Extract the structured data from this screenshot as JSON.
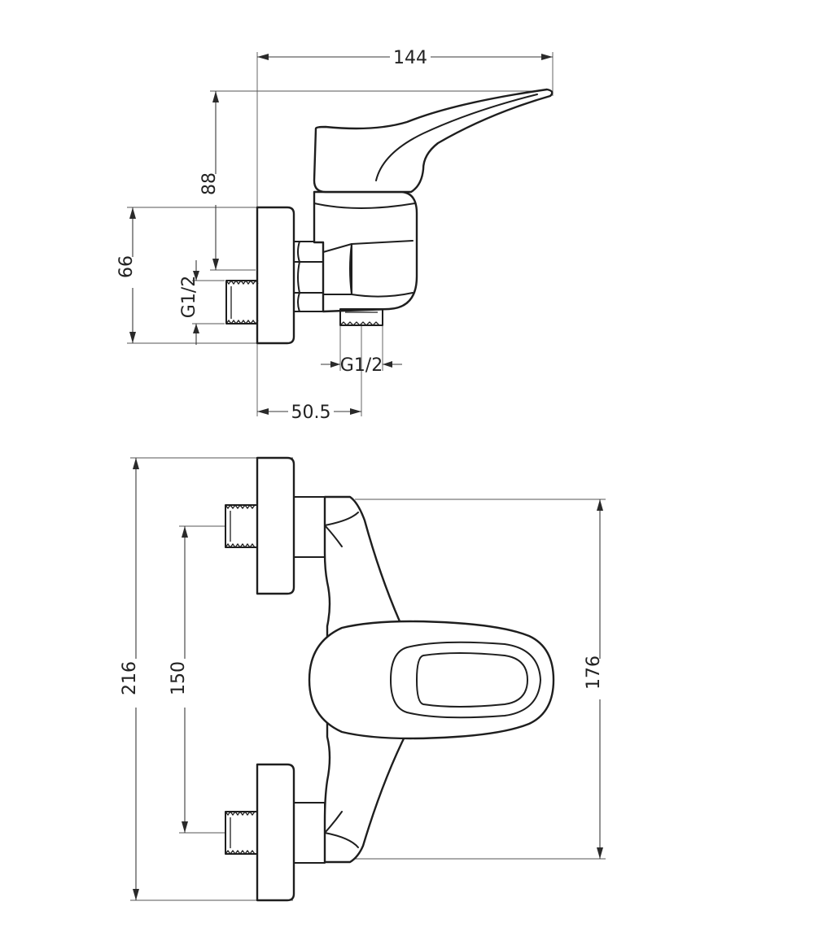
{
  "dimensions": {
    "side_view": {
      "overall_length": "144",
      "overall_height": "88",
      "flange_height": "66",
      "inlet_thread": "G1/2",
      "outlet_thread": "G1/2",
      "outlet_offset": "50.5"
    },
    "front_view": {
      "overall_height": "216",
      "center_distance": "150",
      "body_height": "176"
    }
  }
}
